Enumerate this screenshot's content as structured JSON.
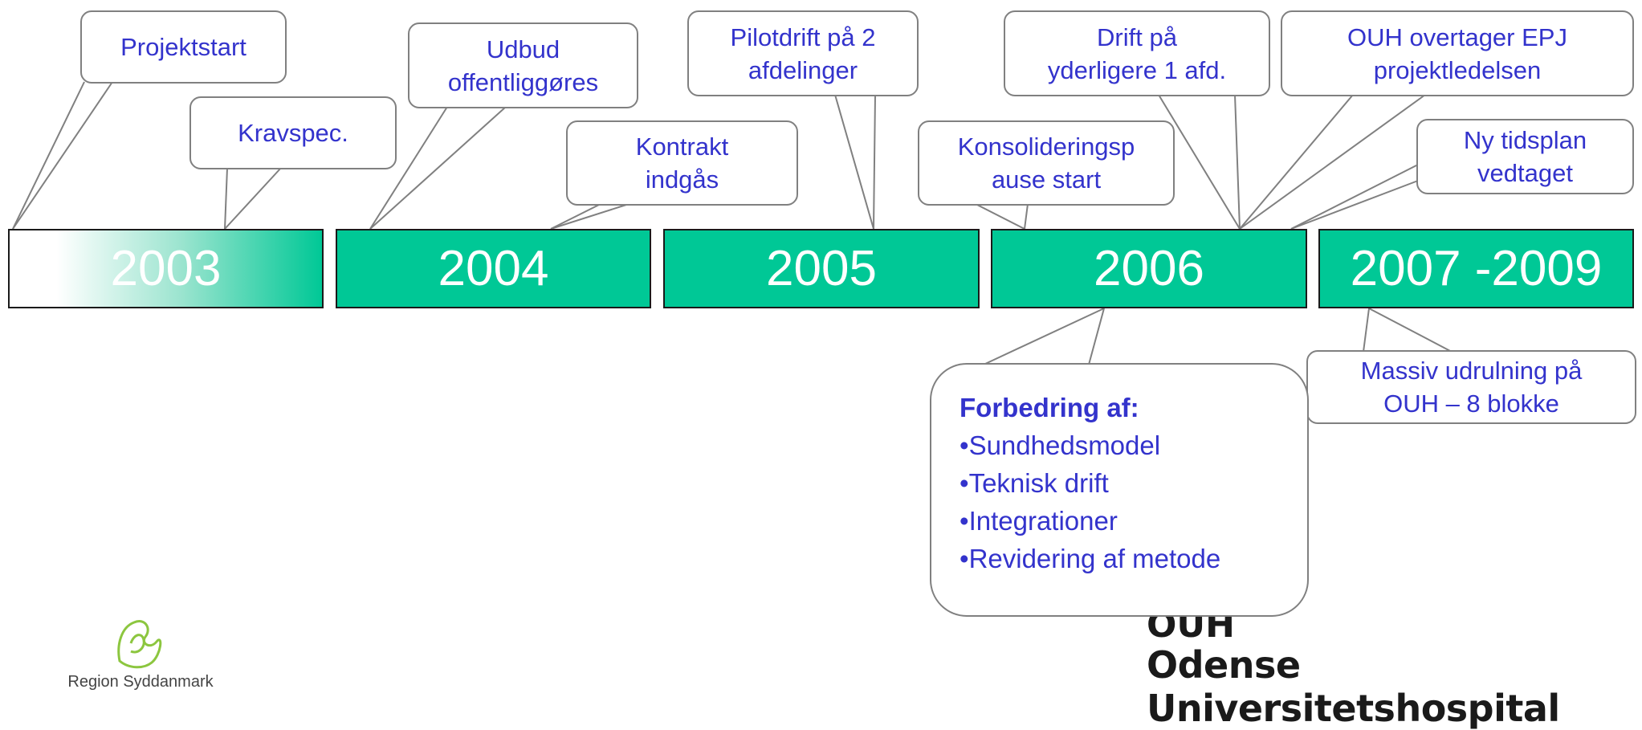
{
  "years": [
    "2003",
    "2004",
    "2005",
    "2006",
    "2007 -2009"
  ],
  "callouts": {
    "projektstart": [
      "Projektstart"
    ],
    "kravspec": [
      "Kravspec."
    ],
    "udbud": [
      "Udbud",
      "offentliggøres"
    ],
    "kontrakt": [
      "Kontrakt",
      "indgås"
    ],
    "pilotdrift": [
      "Pilotdrift på 2",
      "afdelinger"
    ],
    "konsolidering": [
      "Konsolideringsp",
      "ause start"
    ],
    "drift": [
      "Drift på",
      "yderligere 1 afd."
    ],
    "ouh_overtager": [
      "OUH overtager EPJ",
      "projektledelsen"
    ],
    "ny_tidsplan": [
      "Ny tidsplan",
      "vedtaget"
    ],
    "massiv": [
      "Massiv udrulning på",
      "OUH – 8 blokke"
    ]
  },
  "forbedring": {
    "title": "Forbedring af:",
    "items": [
      "Sundhedsmodel",
      "Teknisk drift",
      "Integrationer",
      "Revidering af metode"
    ]
  },
  "logos": {
    "region": "Region Syddanmark",
    "ouh_abbr": "OUH",
    "ouh_name": "Odense Universitetshospital"
  },
  "colors": {
    "year_fill": "#00c896",
    "callout_text": "#3333cc",
    "outline": "#808080",
    "logo_green": "#8cc63f"
  }
}
